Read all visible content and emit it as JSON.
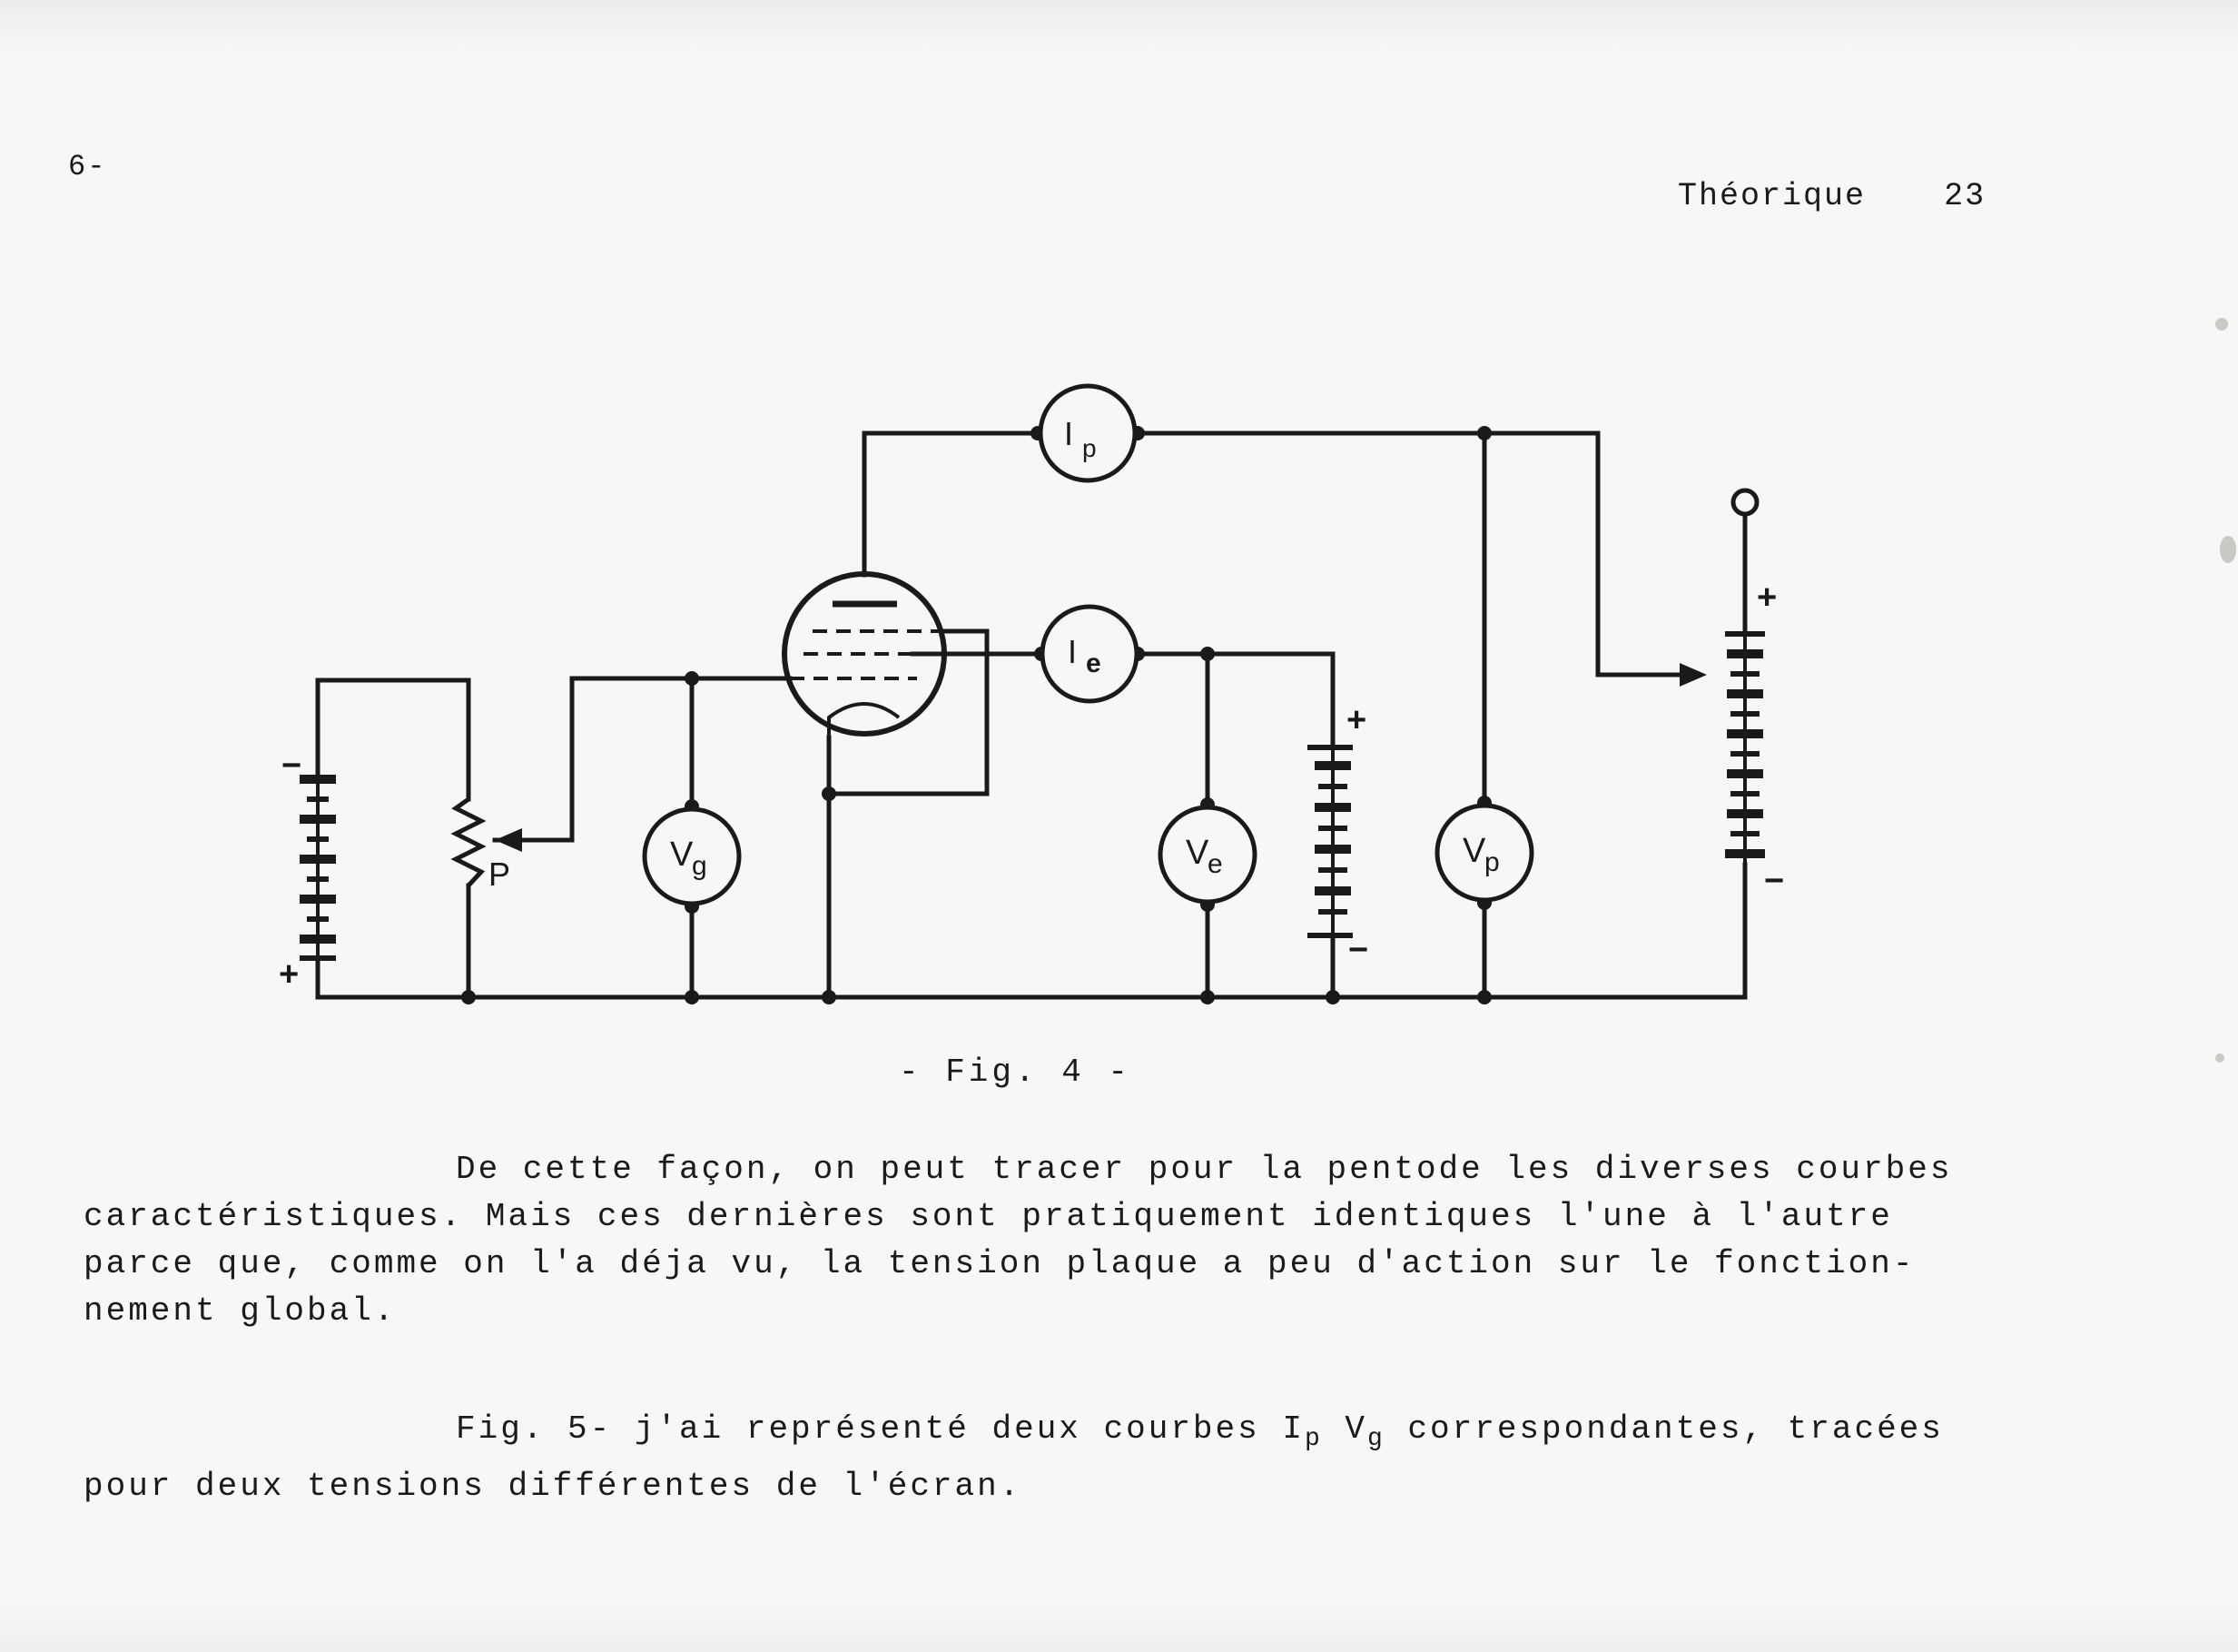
{
  "header": {
    "page_marker": "6-",
    "section": "Théorique",
    "page_number": "23"
  },
  "figure": {
    "caption": "- Fig. 4 -",
    "labels": {
      "ip_main": "I",
      "ip_sub": "p",
      "ie_main": "I",
      "ie_sub": "e",
      "vg_main": "V",
      "vg_sub": "g",
      "ve_main": "V",
      "ve_sub": "e",
      "vp_main": "V",
      "vp_sub": "p",
      "potentiometer": "P",
      "plus": "+",
      "minus": "−"
    }
  },
  "body": {
    "paragraph1": [
      "De cette façon, on peut tracer pour la pentode les diverses courbes",
      "caractéristiques. Mais ces dernières sont pratiquement  identiques l'une à l'autre",
      "parce que, comme on l'a déja vu, la tension plaque a peu d'action sur le fonction-",
      "nement global."
    ],
    "paragraph2_line1_a": "Fig. 5- j'ai représenté deux courbes ",
    "paragraph2_ip_main": "I",
    "paragraph2_ip_sub": "p",
    "paragraph2_vg_main": " V",
    "paragraph2_vg_sub": "g",
    "paragraph2_line1_b": " correspondantes, tracées",
    "paragraph2_line2": "pour deux tensions différentes de l'écran."
  }
}
